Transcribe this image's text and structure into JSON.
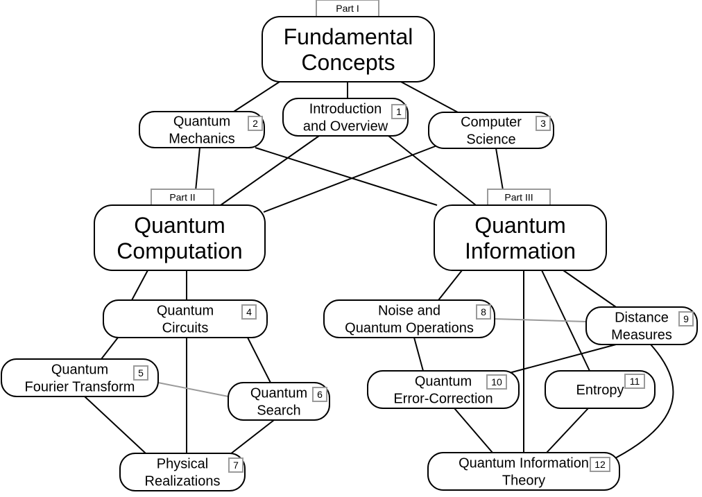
{
  "diagram": {
    "parts": [
      {
        "id": "part1",
        "label": "Part I"
      },
      {
        "id": "part2",
        "label": "Part II"
      },
      {
        "id": "part3",
        "label": "Part III"
      }
    ],
    "nodes": [
      {
        "id": "fundamental",
        "lines": [
          "Fundamental",
          "Concepts"
        ],
        "kind": "major"
      },
      {
        "id": "intro",
        "lines": [
          "Introduction",
          "and Overview"
        ],
        "chapter": "1"
      },
      {
        "id": "qmech",
        "lines": [
          "Quantum",
          "Mechanics"
        ],
        "chapter": "2"
      },
      {
        "id": "cs",
        "lines": [
          "Computer",
          "Science"
        ],
        "chapter": "3"
      },
      {
        "id": "qcomp",
        "lines": [
          "Quantum",
          "Computation"
        ],
        "kind": "major"
      },
      {
        "id": "qinfo",
        "lines": [
          "Quantum",
          "Information"
        ],
        "kind": "major"
      },
      {
        "id": "circuits",
        "lines": [
          "Quantum",
          "Circuits"
        ],
        "chapter": "4"
      },
      {
        "id": "qft",
        "lines": [
          "Quantum",
          "Fourier Transform"
        ],
        "chapter": "5"
      },
      {
        "id": "search",
        "lines": [
          "Quantum",
          "Search"
        ],
        "chapter": "6"
      },
      {
        "id": "physical",
        "lines": [
          "Physical",
          "Realizations"
        ],
        "chapter": "7"
      },
      {
        "id": "noise",
        "lines": [
          "Noise and",
          "Quantum Operations"
        ],
        "chapter": "8"
      },
      {
        "id": "distance",
        "lines": [
          "Distance",
          "Measures"
        ],
        "chapter": "9"
      },
      {
        "id": "qec",
        "lines": [
          "Quantum",
          "Error-Correction"
        ],
        "chapter": "10"
      },
      {
        "id": "entropy",
        "lines": [
          "Entropy"
        ],
        "chapter": "11"
      },
      {
        "id": "qit",
        "lines": [
          "Quantum Information",
          "Theory"
        ],
        "chapter": "12"
      }
    ],
    "edges": [
      {
        "from": "fundamental",
        "to": "qmech",
        "style": "strong"
      },
      {
        "from": "fundamental",
        "to": "intro",
        "style": "strong"
      },
      {
        "from": "fundamental",
        "to": "cs",
        "style": "strong"
      },
      {
        "from": "qmech",
        "to": "qcomp",
        "style": "strong"
      },
      {
        "from": "qmech",
        "to": "qinfo",
        "style": "strong"
      },
      {
        "from": "intro",
        "to": "qcomp",
        "style": "strong"
      },
      {
        "from": "intro",
        "to": "qinfo",
        "style": "strong"
      },
      {
        "from": "cs",
        "to": "qcomp",
        "style": "strong"
      },
      {
        "from": "cs",
        "to": "qinfo",
        "style": "strong"
      },
      {
        "from": "qcomp",
        "to": "circuits",
        "style": "strong"
      },
      {
        "from": "qcomp",
        "to": "physical",
        "style": "strong"
      },
      {
        "from": "circuits",
        "to": "qft",
        "style": "strong"
      },
      {
        "from": "circuits",
        "to": "search",
        "style": "strong"
      },
      {
        "from": "qft",
        "to": "physical",
        "style": "strong"
      },
      {
        "from": "search",
        "to": "physical",
        "style": "strong"
      },
      {
        "from": "qft",
        "to": "search",
        "style": "light"
      },
      {
        "from": "qinfo",
        "to": "noise",
        "style": "strong"
      },
      {
        "from": "qinfo",
        "to": "distance",
        "style": "strong"
      },
      {
        "from": "qinfo",
        "to": "entropy",
        "style": "strong"
      },
      {
        "from": "qinfo",
        "to": "qit",
        "style": "strong"
      },
      {
        "from": "noise",
        "to": "qec",
        "style": "strong"
      },
      {
        "from": "noise",
        "to": "distance",
        "style": "light"
      },
      {
        "from": "distance",
        "to": "qec",
        "style": "strong"
      },
      {
        "from": "distance",
        "to": "qit",
        "style": "strong"
      },
      {
        "from": "qec",
        "to": "qit",
        "style": "strong"
      },
      {
        "from": "entropy",
        "to": "qit",
        "style": "strong"
      }
    ]
  }
}
